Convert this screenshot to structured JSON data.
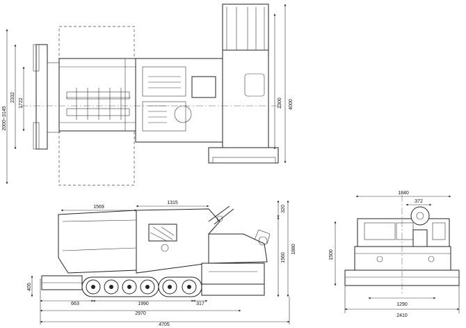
{
  "drawing": {
    "top_view": {
      "dims": {
        "screed_width_range": "2000~3145",
        "hopper_width": "2332",
        "feeder_width": "1722",
        "track_gauge": "2300",
        "overall_width": "4000"
      }
    },
    "side_view": {
      "dims": {
        "hopper_length": "1569",
        "body_length": "1315",
        "canopy_offset": "320",
        "track_height": "405",
        "front_overhang": "663",
        "track_length": "1990",
        "rear_overhang": "317",
        "wheelbase_span": "2970",
        "overall_length": "4705",
        "deck_height": "1560",
        "overall_height": "1880"
      }
    },
    "rear_view": {
      "dims": {
        "top_width": "1840",
        "seat_width": "372",
        "height": "1500",
        "track_spacing": "1290",
        "screed_width": "2410"
      }
    }
  }
}
